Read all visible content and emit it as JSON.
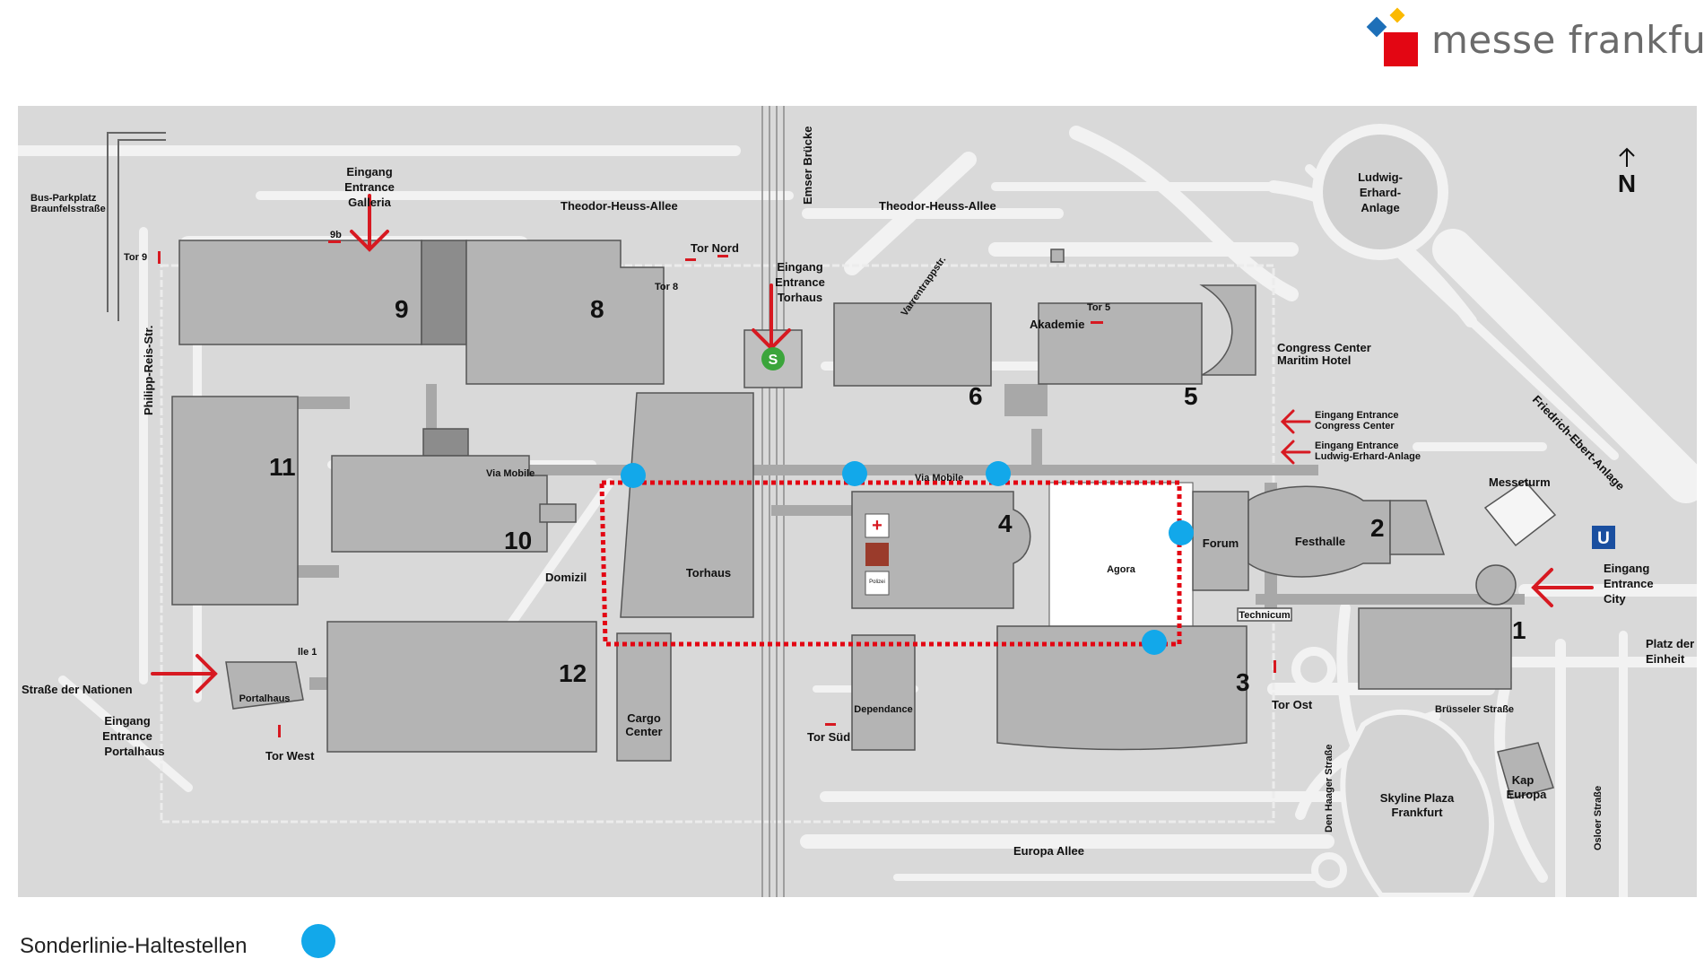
{
  "brand": {
    "name": "messe frankfurt",
    "colors": {
      "red": "#e30613",
      "blue": "#1d6fb8",
      "yellow": "#fbb900"
    }
  },
  "colors": {
    "map_background": "#d9d9d9",
    "road": "#f2f2f2",
    "hall": "#b4b4b4",
    "hall_outline": "#555555",
    "arrow": "#d71921",
    "route": "#e30613",
    "stop": "#12a8ea"
  },
  "compass": {
    "label": "N"
  },
  "streets": {
    "theodor_heuss_1": "Theodor-Heuss-Allee",
    "theodor_heuss_2": "Theodor-Heuss-Allee",
    "emser_bruecke": "Emser Brücke",
    "varrentrappstr": "Varrentrappstr.",
    "philipp_reis": "Philipp-Reis-Str.",
    "friedrich_ebert": "Friedrich-Ebert-Anlage",
    "via_mobile_1": "Via Mobile",
    "via_mobile_2": "Via Mobile",
    "europa_allee": "Europa Allee",
    "bruesseler": "Brüsseler Straße",
    "den_haager": "Den Haager Straße",
    "osloer": "Osloer Straße",
    "strasse_nationen": "Straße der Nationen"
  },
  "places": {
    "bus_parkplatz_1": "Bus-Parkplatz",
    "bus_parkplatz_2": "Braunfelsstraße",
    "ludwig_1": "Ludwig-",
    "ludwig_2": "Erhard-",
    "ludwig_3": "Anlage",
    "akademie": "Akademie",
    "congress_1": "Congress Center",
    "congress_2": "Maritim Hotel",
    "messeturm": "Messeturm",
    "platz_1": "Platz der",
    "platz_2": "Einheit",
    "skyline_1": "Skyline Plaza",
    "skyline_2": "Frankfurt",
    "kap_1": "Kap",
    "kap_2": "Europa",
    "torhaus": "Torhaus",
    "domizil": "Domizil",
    "cargo_1": "Cargo",
    "cargo_2": "Center",
    "dependance": "Dependance",
    "agora": "Agora",
    "forum": "Forum",
    "festhalle": "Festhalle",
    "technicum": "Technicum",
    "portalhaus": "Portalhaus",
    "halle1_partial": "lle 1",
    "polizei": "Polizei"
  },
  "halls": [
    "1",
    "2",
    "3",
    "4",
    "5",
    "6",
    "8",
    "9",
    "10",
    "11",
    "12"
  ],
  "gates": {
    "tor9": "Tor 9",
    "tor8": "Tor 8",
    "tor9b": "9b",
    "tor_nord": "Tor Nord",
    "tor5": "Tor 5",
    "tor_ost": "Tor Ost",
    "tor_sued": "Tor Süd",
    "tor_west": "Tor West"
  },
  "entrances": {
    "galleria": {
      "l1": "Eingang",
      "l2": "Entrance",
      "l3": "Galleria"
    },
    "torhaus": {
      "l1": "Eingang",
      "l2": "Entrance",
      "l3": "Torhaus"
    },
    "city": {
      "l1": "Eingang",
      "l2": "Entrance",
      "l3": "City"
    },
    "portalhaus": {
      "l1": "Eingang",
      "l2": "Entrance",
      "l3": "Portalhaus"
    },
    "congress": {
      "l1": "Eingang Entrance",
      "l2": "Congress Center"
    },
    "ludwig": {
      "l1": "Eingang Entrance",
      "l2": "Ludwig-Erhard-Anlage"
    }
  },
  "transit": {
    "sbahn": "S",
    "ubahn": "U"
  },
  "legend": {
    "label": "Sonderlinie-Haltestellen"
  }
}
